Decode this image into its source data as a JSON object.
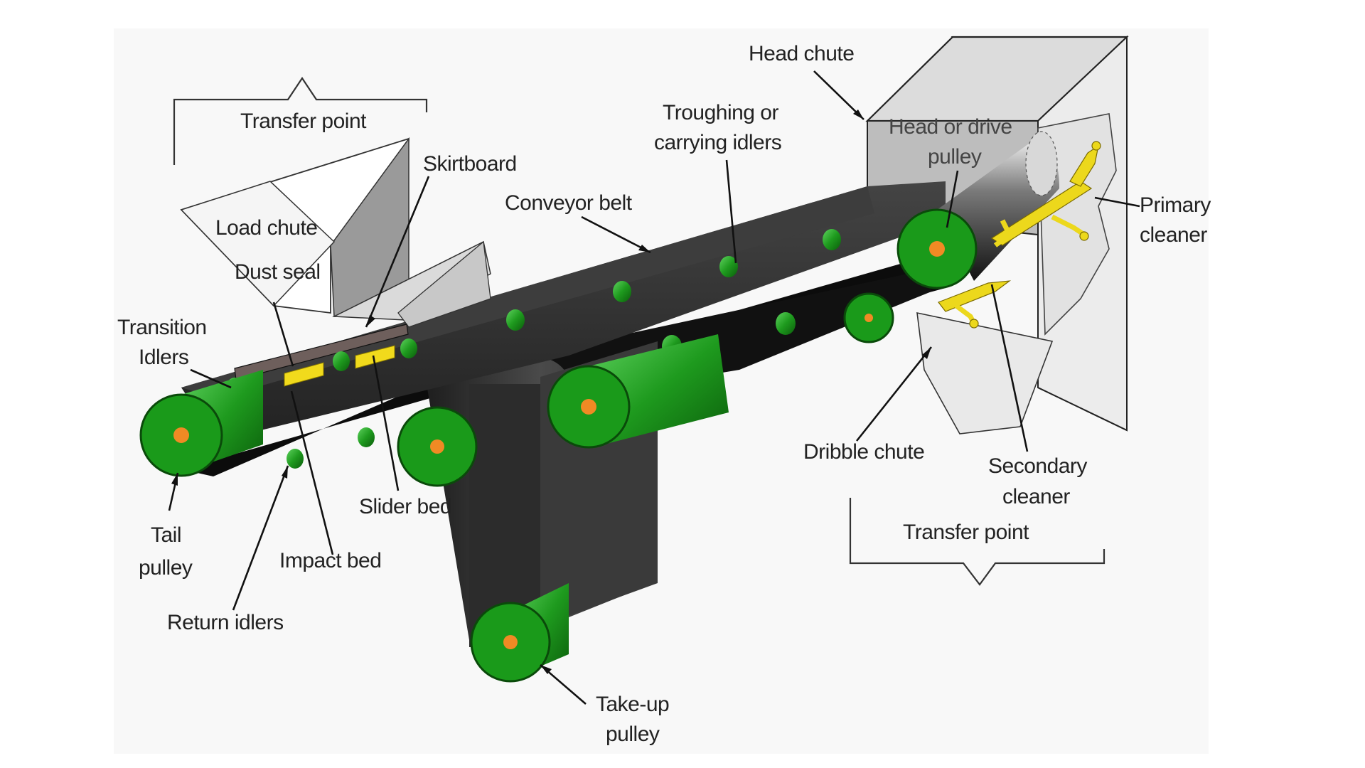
{
  "diagram": {
    "colors": {
      "pulley_green": "#1a9a1a",
      "pulley_dark": "#0a5a0a",
      "axle_orange": "#f08a24",
      "belt_dark": "#333333",
      "belt_black": "#0c0c0c",
      "chute_grey": "#bcbcbc",
      "cleaner_yellow": "#ecd81c",
      "background_panel": "#f8f8f8"
    },
    "labels": {
      "transfer_point_left": "Transfer point",
      "load_chute": "Load chute",
      "skirtboard": "Skirtboard",
      "dust_seal": "Dust seal",
      "conveyor_belt": "Conveyor belt",
      "transition_idlers_1": "Transition",
      "transition_idlers_2": "Idlers",
      "troughing_1": "Troughing or",
      "troughing_2": "carrying idlers",
      "head_chute": "Head chute",
      "head_pulley_1": "Head or drive",
      "head_pulley_2": "pulley",
      "primary_cleaner_1": "Primary",
      "primary_cleaner_2": "cleaner",
      "tail_pulley_1": "Tail",
      "tail_pulley_2": "pulley",
      "impact_bed": "Impact bed",
      "slider_bed": "Slider bed",
      "return_idlers": "Return idlers",
      "take_up_pulley_1": "Take-up",
      "take_up_pulley_2": "pulley",
      "dribble_chute": "Dribble chute",
      "secondary_cleaner_1": "Secondary",
      "secondary_cleaner_2": "cleaner",
      "transfer_point_right": "Transfer point"
    }
  }
}
